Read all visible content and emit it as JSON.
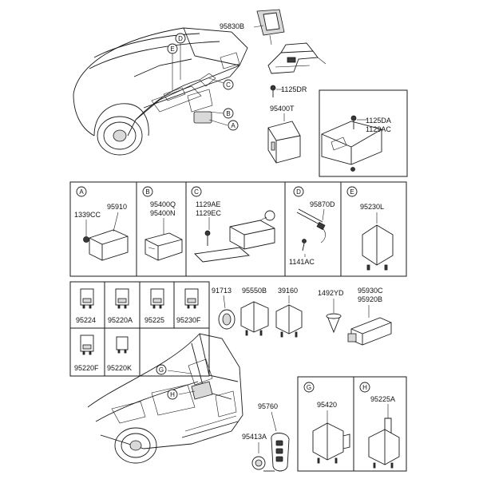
{
  "callouts": {
    "a": "A",
    "b": "B",
    "c": "C",
    "d": "D",
    "e": "E",
    "g": "G",
    "h": "H"
  },
  "parts": {
    "p95830B": "95830B",
    "p1125DR": "1125DR",
    "p95400T": "95400T",
    "p1125DA": "1125DA",
    "p1129AC": "1129AC",
    "p1339CC": "1339CC",
    "p95910": "95910",
    "p95400Q": "95400Q",
    "p95400N": "95400N",
    "p1129AE": "1129AE",
    "p1129EC": "1129EC",
    "p95870D": "95870D",
    "p1141AC": "1141AC",
    "p95230L": "95230L",
    "p95224": "95224",
    "p95220A": "95220A",
    "p95225": "95225",
    "p95230F": "95230F",
    "p95220F": "95220F",
    "p95220K": "95220K",
    "p91713": "91713",
    "p95550B": "95550B",
    "p39160": "39160",
    "p1492YD": "1492YD",
    "p95930C": "95930C",
    "p95920B": "95920B",
    "p95760": "95760",
    "p95413A": "95413A",
    "p95420": "95420",
    "p95225A": "95225A"
  }
}
